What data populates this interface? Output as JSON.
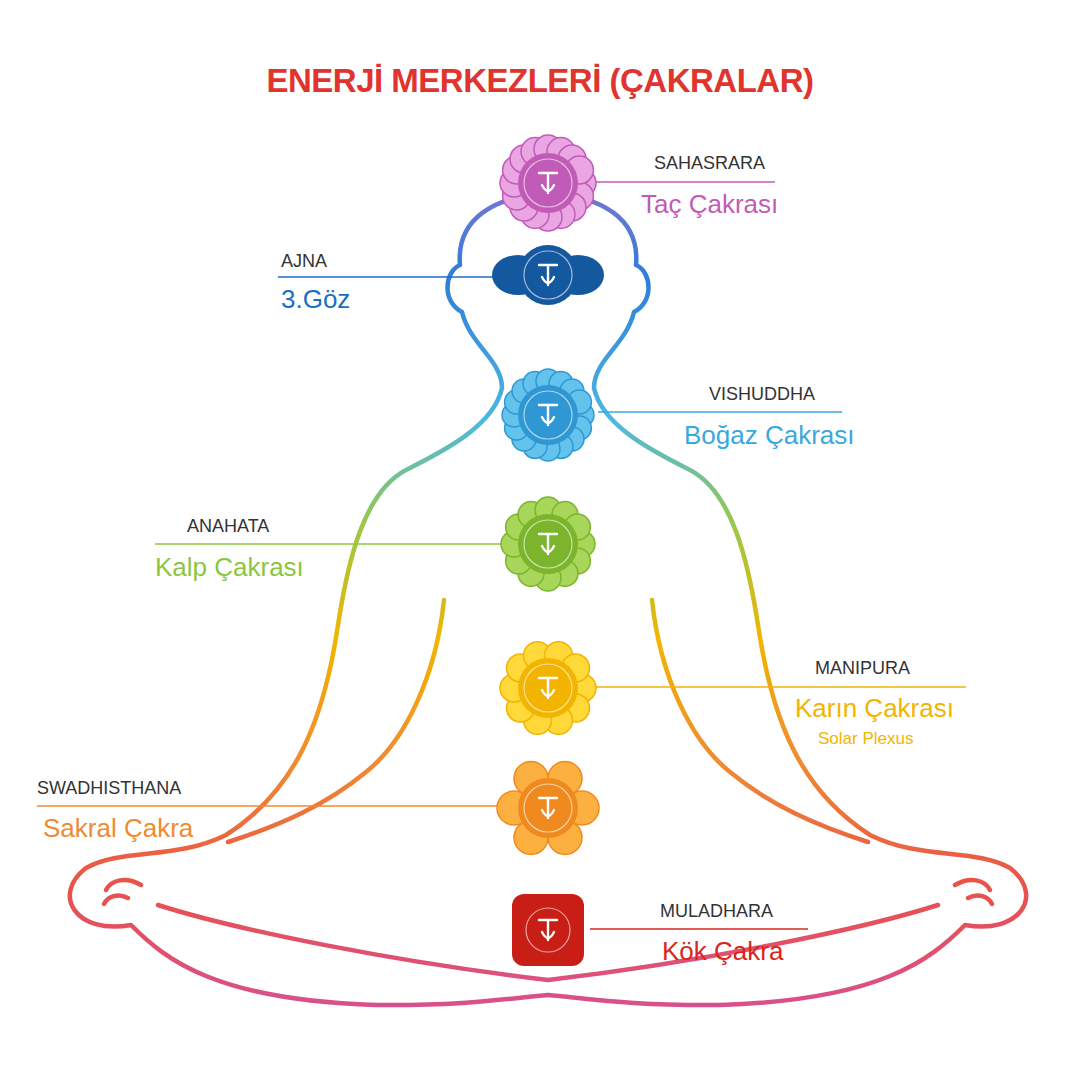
{
  "diagram": {
    "title": "ENERJİ MERKEZLERİ (ÇAKRALAR)",
    "labels": [
      "SAHASRARA",
      "Taç Çakrası",
      "AJNA",
      "3.Göz",
      "VISHUDDHA",
      "Boğaz Çakrası",
      "ANAHATA",
      "Kalp Çakrası",
      "MANIPURA",
      "Karın Çakrası",
      "Solar Plexus",
      "SWADHISTHANA",
      "Sakral Çakra",
      "MULADHARA",
      "Kök Çakra"
    ]
  }
}
